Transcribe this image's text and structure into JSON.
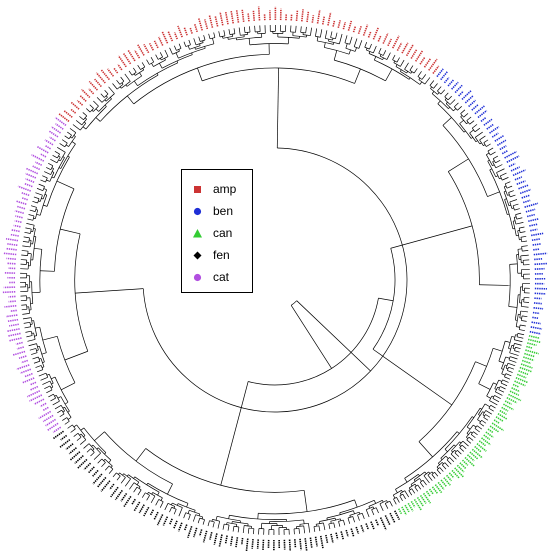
{
  "groups": [
    {
      "key": "amp",
      "label": "amp",
      "color": "#cc3333",
      "marker": "square-icon"
    },
    {
      "key": "ben",
      "label": "ben",
      "color": "#1f2fd6",
      "marker": "circle-icon"
    },
    {
      "key": "can",
      "label": "can",
      "color": "#33cc33",
      "marker": "triangle-icon"
    },
    {
      "key": "fen",
      "label": "fen",
      "color": "#000000",
      "marker": "diamond-icon"
    },
    {
      "key": "cat",
      "label": "cat",
      "color": "#b14fe0",
      "marker": "circle-icon"
    }
  ],
  "tree": {
    "line_color": "#000000"
  }
}
